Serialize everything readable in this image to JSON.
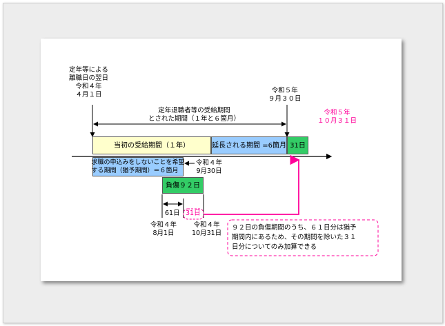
{
  "labels": {
    "retirement_date": "定年等による\n離職日の翌日\n令和４年\n４月１日",
    "r5_end": "令和５年\n９月３０日",
    "extended_end": "令和５年\n１０月３１日",
    "period_title": "定年退職者等の受給期間\nとされた期間（１年と６箇月）",
    "r4_sep30": "令和４年\n9月30日",
    "days_61": "61日",
    "days_31": "31日",
    "r4_aug1": "令和４年\n8月1日",
    "r4_oct31": "令和４年\n10月31日"
  },
  "boxes": {
    "initial_period": "当初の受給期間（１年）",
    "extended_period": "延長される期間 =6箇月",
    "extra_31": "31日",
    "grace_period": "求職の申込みをしないことを希望\nする期間（猶予期間）＝６箇月",
    "injury": "負傷９２日"
  },
  "note": "９２日の負傷期間のうち、６１日分は猶予\n期間内にあるため、その期間を除いた３１\n日分についてのみ加算できる",
  "colors": {
    "yellow": "#ffffcc",
    "blue": "#99ccff",
    "green": "#33cc66",
    "magenta": "#ff0099"
  }
}
